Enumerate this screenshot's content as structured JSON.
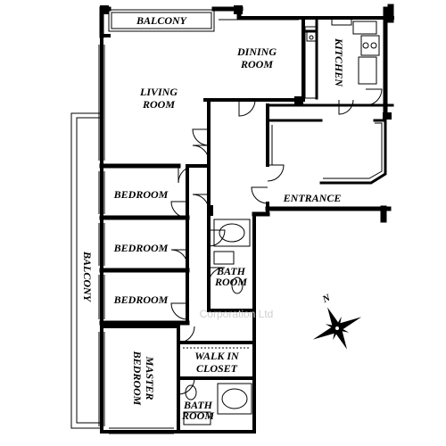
{
  "floor_plan": {
    "rooms": {
      "balcony_top": "BALCONY",
      "dining_room": [
        "DINING",
        "ROOM"
      ],
      "kitchen": "KITCHEN",
      "living_room": [
        "LIVING",
        "ROOM"
      ],
      "bedroom_1": "BEDROOM",
      "entrance": "ENTRANCE",
      "bedroom_2": "BEDROOM",
      "bath_room_1": [
        "BATH",
        "ROOM"
      ],
      "balcony_side": "BALCONY",
      "bedroom_3": "BEDROOM",
      "master_bedroom": [
        "MASTER",
        "BEDROOM"
      ],
      "walk_in_closet": [
        "WALK IN",
        "CLOSET"
      ],
      "bath_room_2": [
        "BATH",
        "ROOM"
      ]
    },
    "compass": {
      "north_label": "N"
    },
    "watermark": "Corporation Ltd"
  }
}
